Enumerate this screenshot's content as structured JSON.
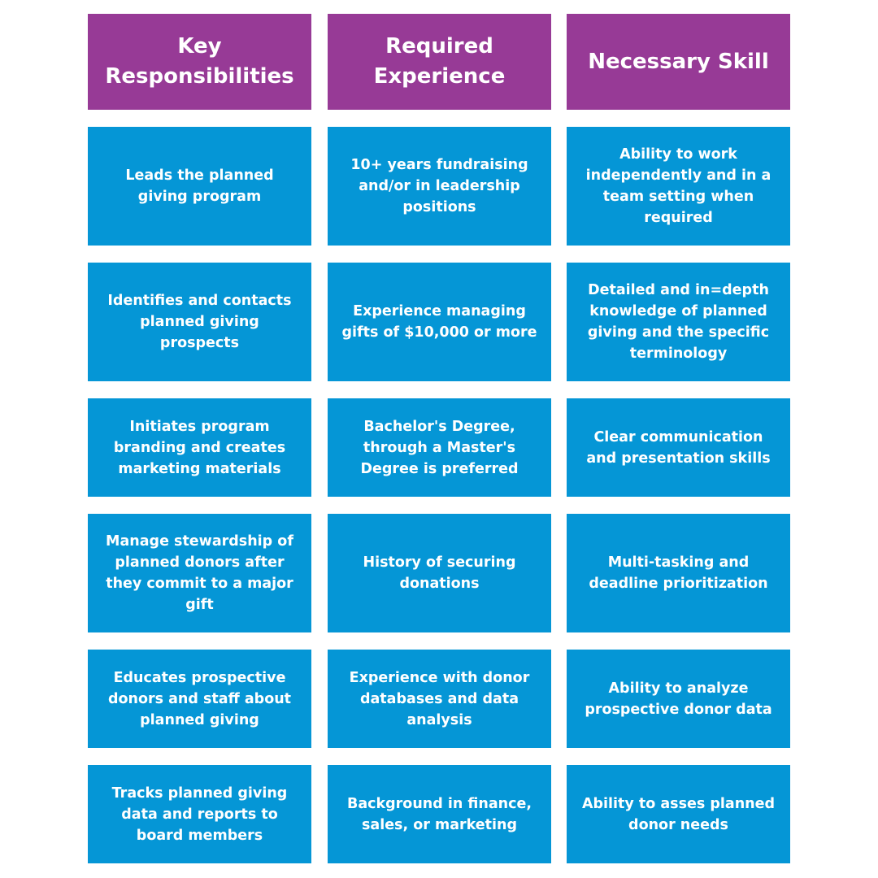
{
  "headers": [
    "Key Responsibilities",
    "Required Experience",
    "Necessary Skill"
  ],
  "rows": [
    [
      "Leads the planned giving program",
      "10+ years fundraising and/or in leadership positions",
      "Ability to work independently and in a team setting when required"
    ],
    [
      "Identifies and contacts planned giving prospects",
      "Experience managing gifts of $10,000 or more",
      "Detailed and in=depth knowledge of planned giving and the specific terminology"
    ],
    [
      "Initiates program branding and creates marketing materials",
      "Bachelor's Degree, through a Master's Degree is preferred",
      "Clear communication and presentation skills"
    ],
    [
      "Manage stewardship of planned donors after they commit to a major gift",
      "History of securing donations",
      "Multi-tasking and deadline prioritization"
    ],
    [
      "Educates prospective donors and staff about planned giving",
      "Experience with donor databases and data analysis",
      "Ability to analyze prospective donor data"
    ],
    [
      "Tracks planned giving data and reports to board members",
      "Background in finance, sales, or marketing",
      "Ability to asses planned donor needs"
    ]
  ],
  "colors": {
    "header_bg": "#973A96",
    "cell_bg": "#0596D6",
    "text": "#FFFFFF",
    "page_bg": "#FFFFFF"
  }
}
